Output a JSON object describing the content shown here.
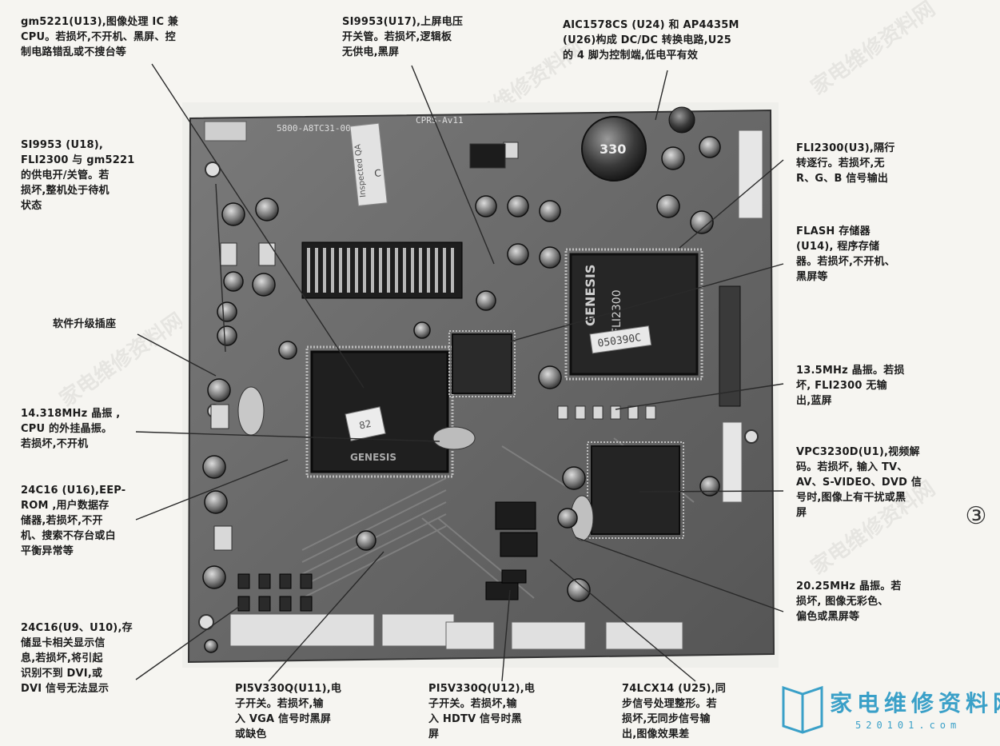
{
  "annotations": {
    "u13": [
      "gm5221(U13),图像处理 IC 兼",
      "CPU。若损坏,不开机、黑屏、控",
      "制电路错乱或不搜台等"
    ],
    "u17": [
      "SI9953(U17),上屏电压",
      "开关管。若损坏,逻辑板",
      "无供电,黑屏"
    ],
    "u24": [
      "AIC1578CS (U24) 和 AP4435M",
      "(U26)构成 DC/DC 转换电路,U25",
      "的 4 脚为控制端,低电平有效"
    ],
    "u18": [
      "SI9953 (U18),",
      "FLI2300 与 gm5221",
      "的供电开/关管。若",
      "损坏,整机处于待机",
      "状态"
    ],
    "u3": [
      "FLI2300(U3),隔行",
      "转逐行。若损坏,无",
      "R、G、B 信号输出"
    ],
    "u14": [
      "FLASH 存储器",
      "(U14), 程序存储",
      "器。若损坏,不开机、",
      "黑屏等"
    ],
    "socket": [
      "软件升级插座"
    ],
    "x135": [
      "13.5MHz 晶振。若损",
      "坏, FLI2300 无输",
      "出,蓝屏"
    ],
    "x14318": [
      "14.318MHz 晶振 ,",
      "CPU 的外挂晶振。",
      "若损坏,不开机"
    ],
    "u1": [
      "VPC3230D(U1),视频解",
      "码。若损坏, 输入 TV、",
      "AV、S-VIDEO、DVD 信",
      "号时,图像上有干扰或黑",
      "屏"
    ],
    "u16": [
      "24C16 (U16),EEP-",
      "ROM ,用户数据存",
      "储器,若损坏,不开",
      "机、搜索不存台或白",
      "平衡异常等"
    ],
    "x2025": [
      "20.25MHz 晶振。若",
      "损坏, 图像无彩色、",
      "偏色或黑屏等"
    ],
    "u9": [
      "24C16(U9、U10),存",
      "储显卡相关显示信",
      "息,若损坏,将引起",
      "识别不到 DVI,或",
      "DVI 信号无法显示"
    ],
    "u11": [
      "PI5V330Q(U11),电",
      "子开关。若损坏,输",
      "入 VGA 信号时黑屏",
      "或缺色"
    ],
    "u12": [
      "PI5V330Q(U12),电",
      "子开关。若损坏,输",
      "入 HDTV 信号时黑",
      "屏"
    ],
    "u25": [
      "74LCX14 (U25),同",
      "步信号处理整形。若",
      "损坏,无同步信号输",
      "出,图像效果差"
    ]
  },
  "board": {
    "pcb_label_1": "5800-A8TC31-00",
    "pcb_label_2": "CPRS-Av11",
    "sticker": "Inspected QA",
    "sticker_mark": "C",
    "cap_label": "330",
    "chip_u3_brand": "GENESIS",
    "chip_u3_name": "FLI2300",
    "chip_u3_sticker": "050390C",
    "chip_u13_brand": "GENESIS",
    "chip_u13_sticker": "82"
  },
  "figure_number": "③",
  "logo": {
    "title": "家电维修资料网",
    "url": "520101.com"
  },
  "watermark": "家电维修资料网",
  "colors": {
    "board": "#5f5f5f",
    "label_text": "#1b1b1b",
    "logo": "#3aa0c8"
  }
}
